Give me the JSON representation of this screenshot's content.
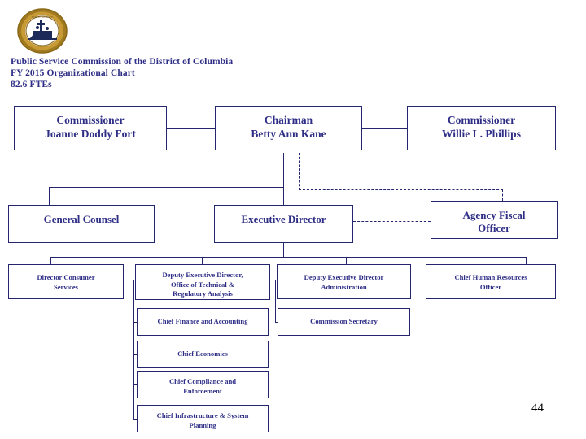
{
  "header": {
    "logo_icon": "dc-public-service-commission-seal",
    "title_lines": [
      "Public Service Commission of the District of Columbia",
      "FY 2015 Organizational Chart",
      "82.6 FTEs"
    ],
    "text_color": "#2e2e86"
  },
  "page_number": "44",
  "org_chart": {
    "line_color": "#24246f",
    "box_text_color": "#2e2e86",
    "nodes": [
      {
        "id": "commissioner-fort",
        "title": "Commissioner",
        "name": "Joanne Doddy Fort"
      },
      {
        "id": "chairman-kane",
        "title": "Chairman",
        "name": "Betty Ann Kane"
      },
      {
        "id": "commissioner-phillips",
        "title": "Commissioner",
        "name": "Willie L. Phillips"
      },
      {
        "id": "general-counsel",
        "title": "General Counsel",
        "name": ""
      },
      {
        "id": "executive-director",
        "title": "Executive Director",
        "name": ""
      },
      {
        "id": "agency-fiscal-officer",
        "title": "Agency Fiscal",
        "name": "Officer"
      },
      {
        "id": "director-consumer-services",
        "title": "Director Consumer",
        "name": "Services"
      },
      {
        "id": "dep-exec-dir-technical",
        "title": "Deputy Executive Director,",
        "name": "Office of Technical &",
        "extra": "Regulatory Analysis"
      },
      {
        "id": "dep-exec-dir-admin",
        "title": "Deputy Executive Director",
        "name": "Administration"
      },
      {
        "id": "chief-hr-officer",
        "title": "Chief Human Resources",
        "name": "Officer"
      },
      {
        "id": "chief-finance-accounting",
        "title": "Chief Finance and Accounting",
        "name": ""
      },
      {
        "id": "commission-secretary",
        "title": "Commission Secretary",
        "name": ""
      },
      {
        "id": "chief-economics",
        "title": "Chief Economics",
        "name": ""
      },
      {
        "id": "chief-compliance",
        "title": "Chief Compliance and",
        "name": "Enforcement"
      },
      {
        "id": "chief-infrastructure",
        "title": "Chief Infrastructure & System",
        "name": "Planning"
      }
    ]
  }
}
